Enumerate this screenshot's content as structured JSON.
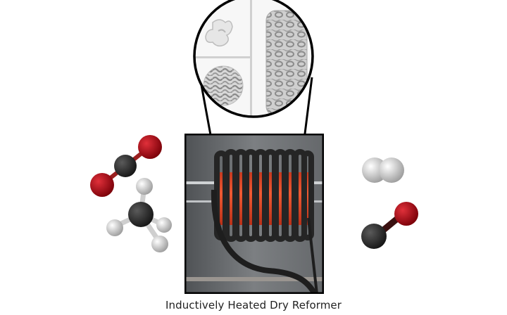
{
  "figure": {
    "caption": "Inductively Heated Dry Reformer",
    "colors": {
      "oxygen": "#c0131a",
      "carbon": "#333333",
      "hydrogen": "#e8e8e8",
      "coil": "#2a2a2a",
      "heated_core": "#e0472a",
      "frame": "#111111"
    },
    "reactants": [
      {
        "name": "CO2",
        "label": "carbon dioxide molecule"
      },
      {
        "name": "CH4",
        "label": "methane molecule"
      }
    ],
    "products": [
      {
        "name": "H2",
        "label": "hydrogen molecule"
      },
      {
        "name": "CO",
        "label": "carbon monoxide molecule"
      }
    ],
    "inset": {
      "panels": [
        "single unit cell",
        "cross-section lattice",
        "gyroid lattice rod"
      ]
    }
  }
}
